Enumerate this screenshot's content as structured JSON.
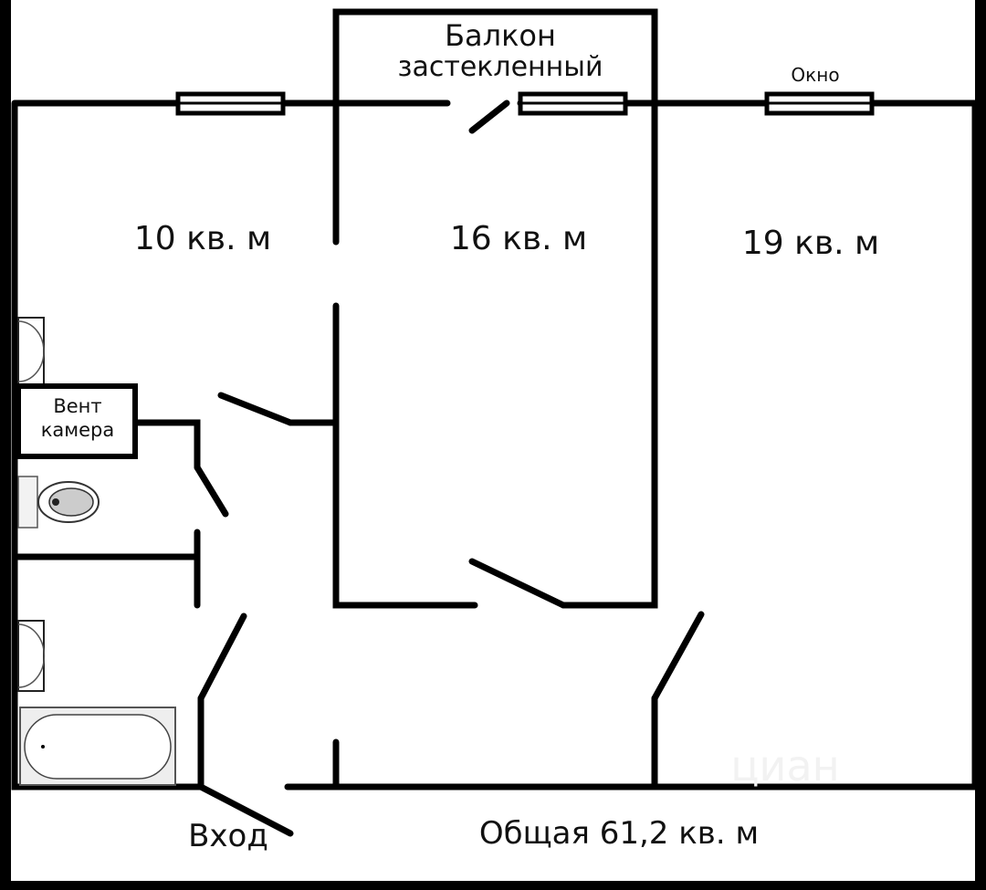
{
  "plan": {
    "balcony_line1": "Балкон",
    "balcony_line2": "застекленный",
    "window_label": "Окно",
    "room_left_area": "10 кв. м",
    "room_middle_area": "16 кв. м",
    "room_right_area": "19 кв. м",
    "vent_line1": "Вент",
    "vent_line2": "камера",
    "entrance": "Вход",
    "total_area": "Общая 61,2 кв. м",
    "watermark": "циан"
  }
}
